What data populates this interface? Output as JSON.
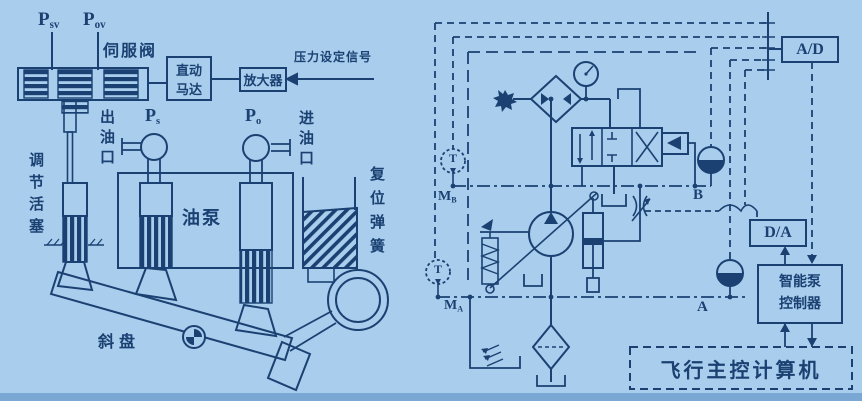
{
  "colors": {
    "background": "#a9cdec",
    "line": "#1b4173",
    "footer": "#7ba7d4"
  },
  "left_diagram": {
    "psv": {
      "main": "P",
      "sub": "sv"
    },
    "pov": {
      "main": "P",
      "sub": "ov"
    },
    "servo_valve": "伺服阀",
    "direct_drive_motor": {
      "line1": "直动",
      "line2": "马达"
    },
    "amplifier": "放大器",
    "pressure_setting_signal": "压力设定信号",
    "outlet_port": "出油口",
    "ps": {
      "main": "P",
      "sub": "s"
    },
    "po": {
      "main": "P",
      "sub": "o"
    },
    "inlet_port": "进油口",
    "regulating_piston": "调节活塞",
    "oil_pump": "油泵",
    "return_spring": "复位弹簧",
    "swash_plate": "斜盘"
  },
  "right_diagram": {
    "ad_converter": "A/D",
    "da_converter": "D/A",
    "pump_controller": {
      "line1": "智能泵",
      "line2": "控制器"
    },
    "flight_computer": "飞行主控计算机",
    "port_b": "B",
    "port_a": "A",
    "mb": {
      "main": "M",
      "sub": "B"
    },
    "ma": {
      "main": "M",
      "sub": "A"
    },
    "temp_sensor_b": "T",
    "temp_sensor_a": "T"
  }
}
